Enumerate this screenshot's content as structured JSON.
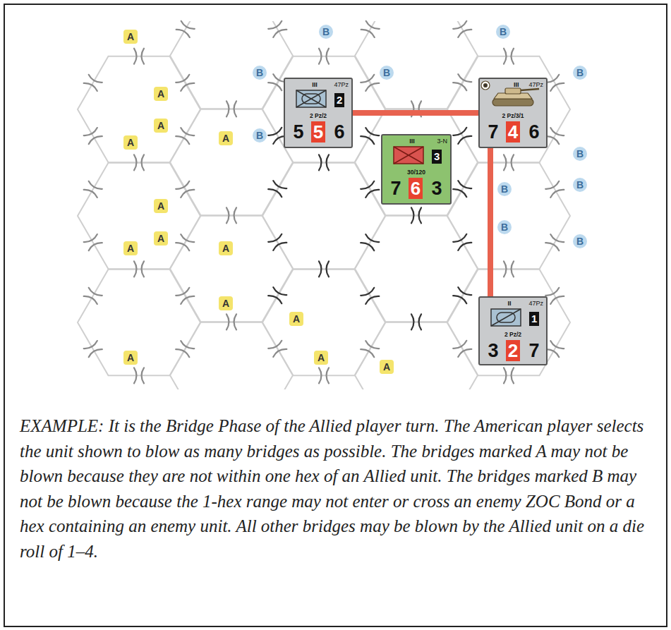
{
  "diagram": {
    "caption": "EXAMPLE: It is the Bridge Phase of the Allied player turn. The American player selects the unit shown to blow as many bridges as possible. The bridges marked A may not be blown because they are not within one hex of an Allied unit. The bridges marked B may not be blown because the 1-hex range may not enter or cross an enemy ZOC Bond or a hex containing an enemy unit. All other bridges may be blown by the Allied unit on a die roll of 1–4.",
    "nodes": [
      {
        "text": [
          "III",
          "47Pz",
          "2",
          "2 Pz/2",
          "5",
          "5",
          "6"
        ]
      },
      {
        "text": [
          "III",
          "47Pz",
          "2 Pz/3/1",
          "7",
          "4",
          "6"
        ]
      },
      {
        "text": [
          "III",
          "3-N",
          "3",
          "30/120",
          "7",
          "6",
          "3"
        ]
      },
      {
        "text": [
          "II",
          "47Pz",
          "1",
          "2 Pz/2",
          "3",
          "2",
          "7"
        ]
      }
    ],
    "edges": [
      {
        "from": 0,
        "to": 1,
        "arrow": "none"
      },
      {
        "from": 1,
        "to": 3,
        "arrow": "none"
      }
    ],
    "labels": [
      "A",
      "A",
      "A",
      "A",
      "A",
      "A",
      "A",
      "A",
      "A",
      "A",
      "A",
      "A",
      "A",
      "A",
      "B",
      "B",
      "B",
      "B",
      "B",
      "B",
      "B",
      "B",
      "B",
      "B",
      "B"
    ]
  }
}
